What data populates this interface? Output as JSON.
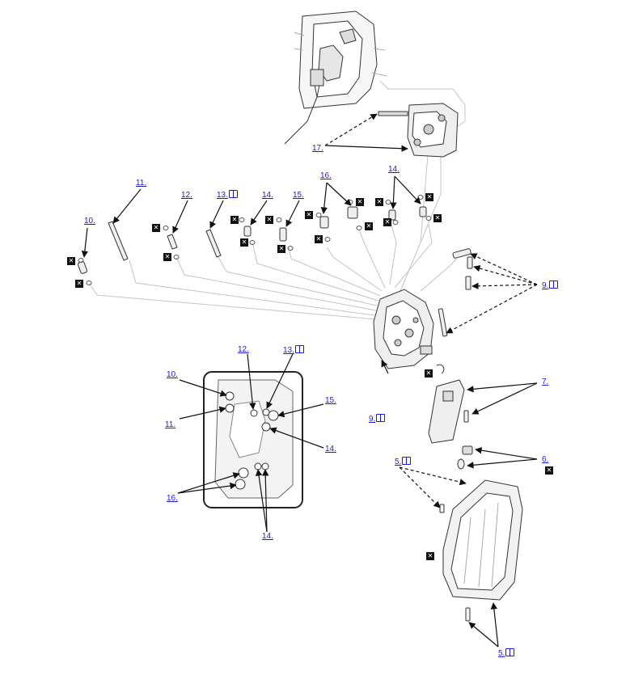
{
  "callouts": {
    "c10": "10.",
    "c11": "11.",
    "c12": "12.",
    "c13": "13.",
    "c14": "14.",
    "c15": "15.",
    "c16": "16.",
    "c14b": "14.",
    "c17": "17.",
    "c9": "9.",
    "c9b": "9.",
    "c7": "7.",
    "c6": "6.",
    "c5": "5.",
    "c5b": "5.",
    "d12": "12.",
    "d13": "13.",
    "d10": "10.",
    "d11": "11.",
    "d15": "15.",
    "d14": "14.",
    "d16": "16.",
    "d14b": "14."
  },
  "icons": {
    "replace": "replace-part-icon",
    "manual": "service-manual-book-icon"
  },
  "colors": {
    "callout": "#1a1ad6",
    "line": "#222222",
    "guide": "#bbbbbb",
    "part_fill": "#f4f4f4"
  }
}
